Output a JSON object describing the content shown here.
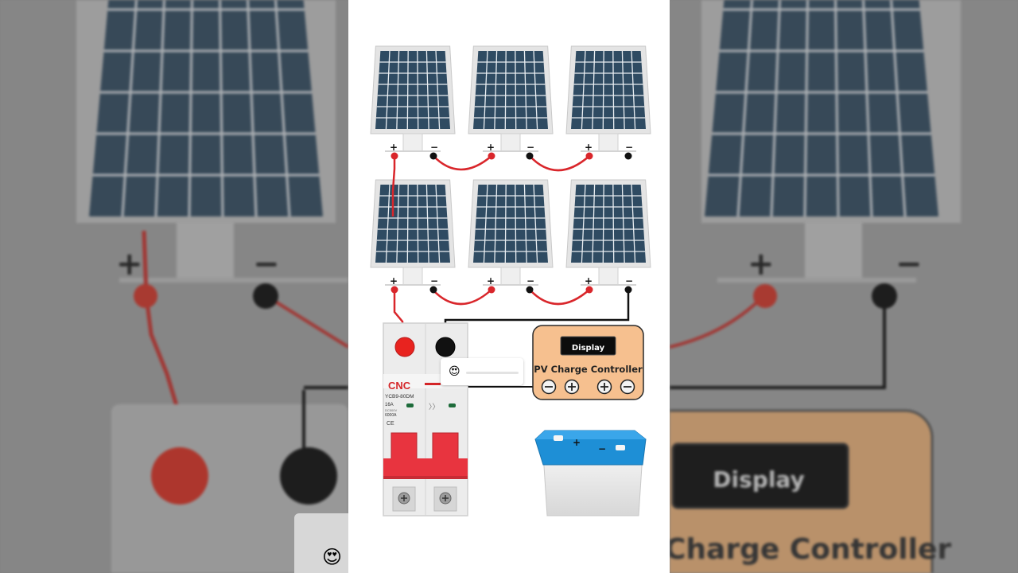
{
  "diagram": {
    "terminals": {
      "positive": "+",
      "negative": "−"
    },
    "breaker": {
      "brand": "CNC",
      "model": "YCB9-80DM",
      "rating": "16A",
      "voltage": "DC500V",
      "capacity": "6000A",
      "certification": "CE"
    },
    "controller": {
      "display_label": "Display",
      "title": "PV Charge Controller",
      "buttons": [
        "−",
        "+",
        "+",
        "−"
      ]
    },
    "battery": {
      "positive": "+",
      "negative": "−"
    }
  },
  "background": {
    "display_label": "Display",
    "controller_text": "Charge Controller"
  },
  "reaction": {
    "emoji": "😍",
    "level": 0.0
  },
  "colors": {
    "wire_positive": "#d9262b",
    "wire_negative": "#111111",
    "panel_cell": "#2f4b62",
    "controller_fill": "#f6c08f",
    "battery_lid": "#1e8fd6",
    "breaker_handle": "#e8343f"
  }
}
